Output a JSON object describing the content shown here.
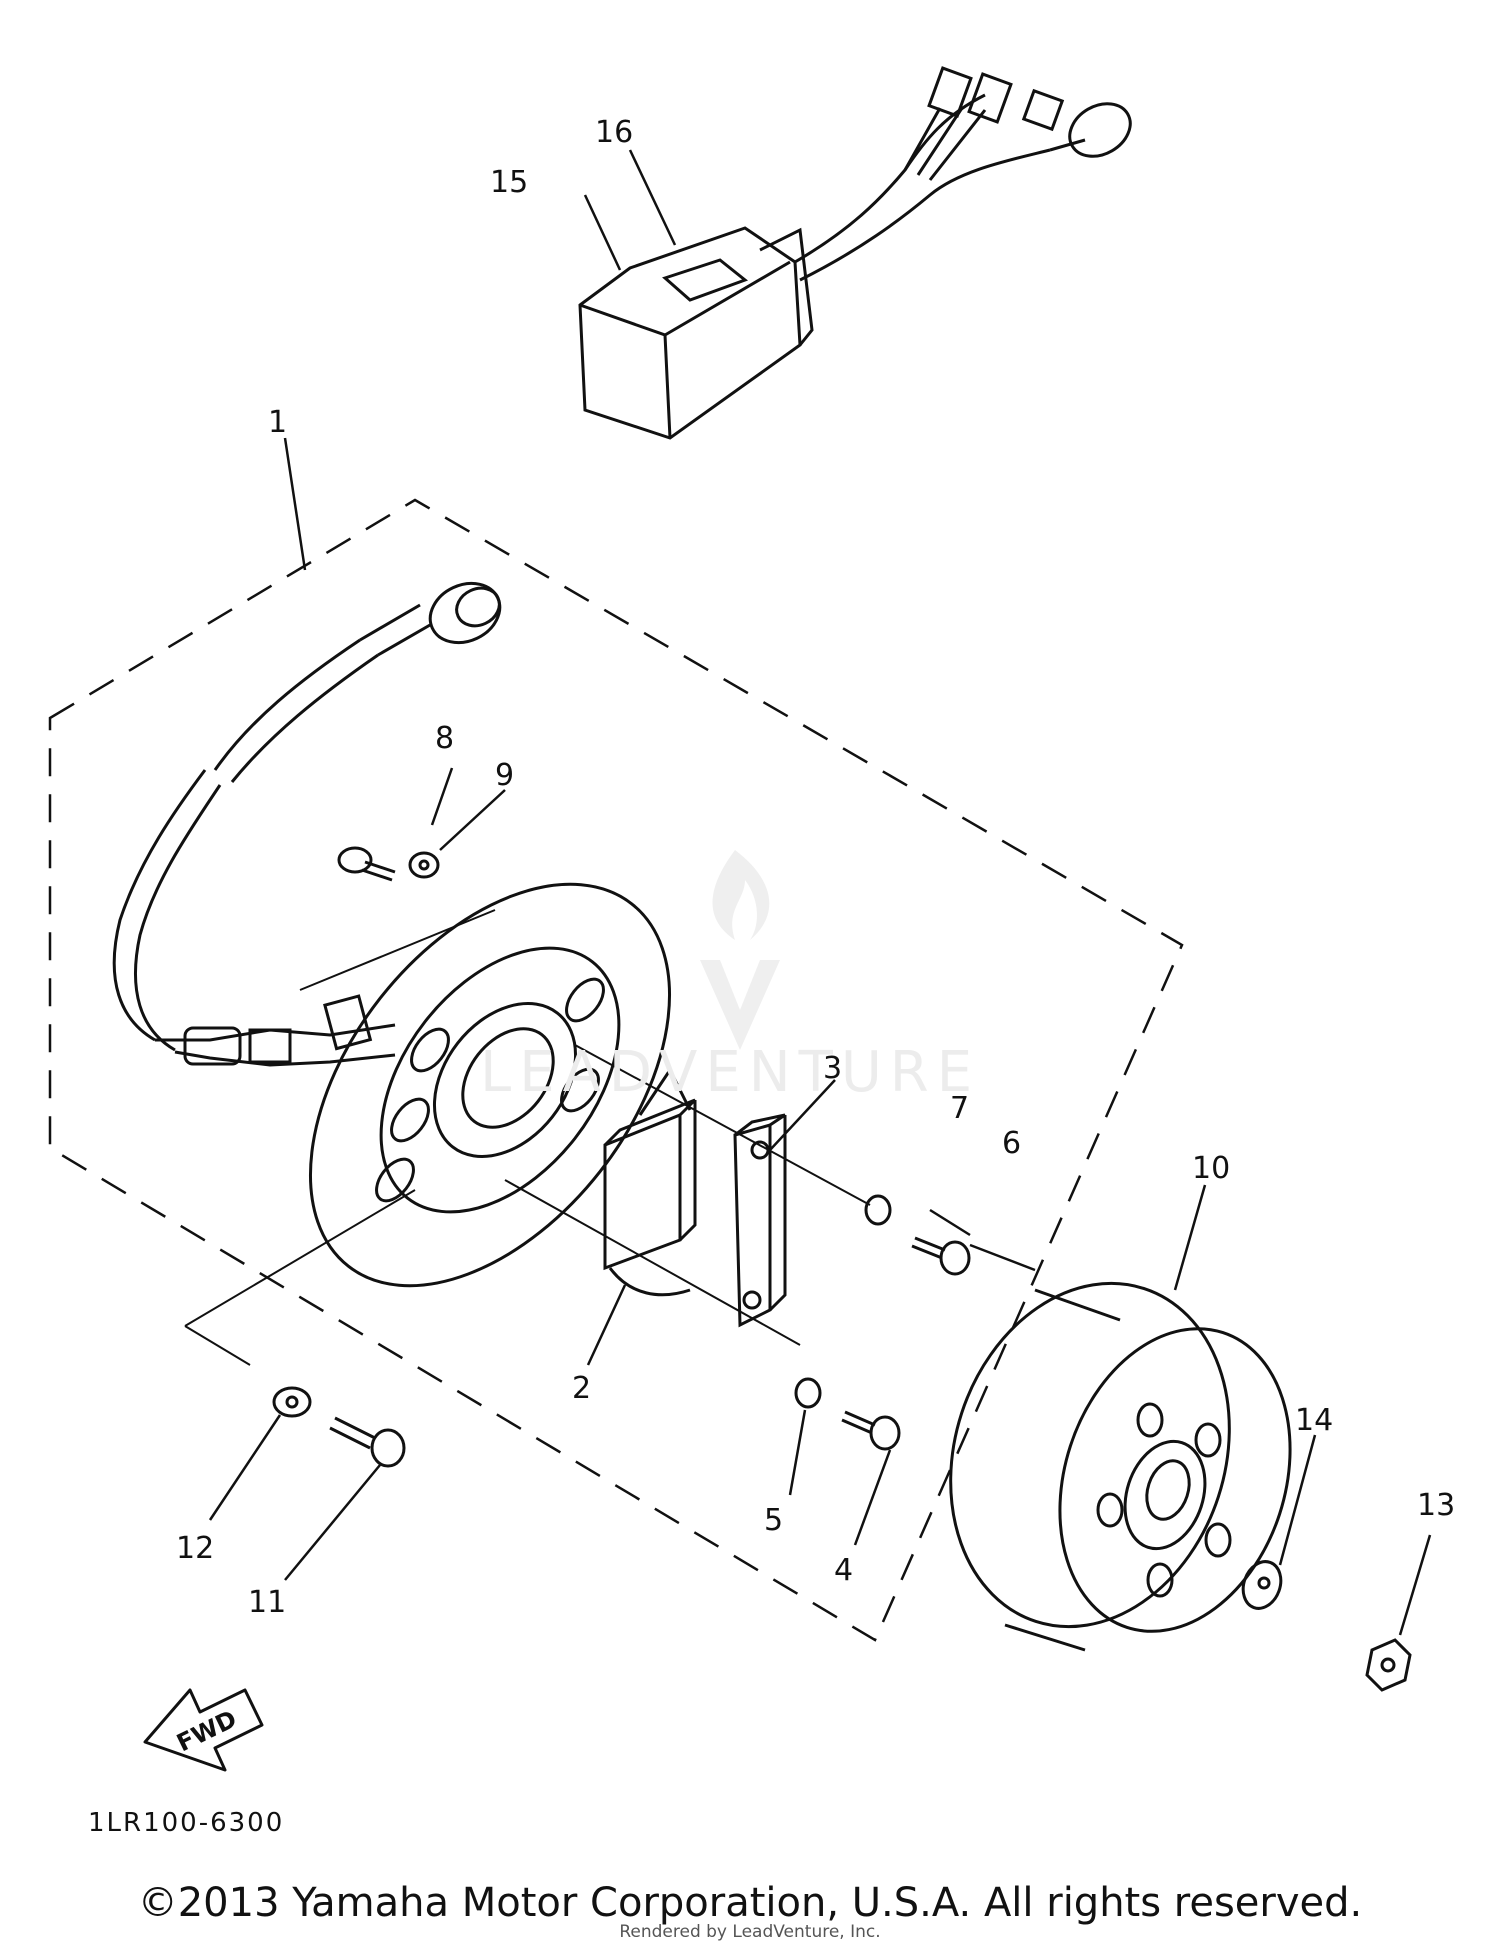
{
  "diagram": {
    "callouts": [
      "1",
      "2",
      "3",
      "4",
      "5",
      "6",
      "7",
      "8",
      "9",
      "10",
      "11",
      "12",
      "13",
      "14",
      "15",
      "16"
    ],
    "direction_label": "FWD",
    "drawing_code": "1LR100-6300",
    "watermark": "LEADVENTURE"
  },
  "footer": {
    "copyright": "©2013 Yamaha Motor Corporation, U.S.A. All rights reserved.",
    "rendered_by": "Rendered by LeadVenture, Inc."
  }
}
